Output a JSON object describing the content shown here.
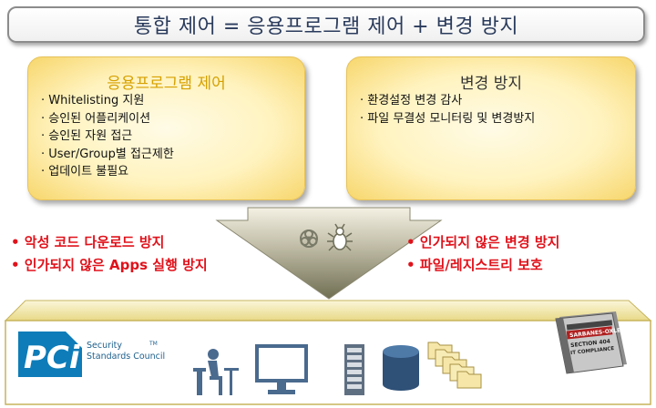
{
  "title": "통합 제어 = 응용프로그램 제어 + 변경 방지",
  "left_card": {
    "title": "응용프로그램 제어",
    "items": [
      "· Whitelisting 지원",
      "· 승인된 어플리케이션",
      "· 승인된 자원 접근",
      "·  User/Group별 접근제한",
      "· 업데이트 불필요"
    ]
  },
  "right_card": {
    "title": "변경 방지",
    "items": [
      "· 환경설정 변경 감사",
      "· 파일 무결성 모니터링 및 변경방지"
    ]
  },
  "left_points": [
    "• 악성 코드 다운로드 방지",
    "• 인가되지 않은 Apps 실행 방지"
  ],
  "right_points": [
    "• 인가되지 않은 변경 방지",
    "• 파일/레지스트리 보호"
  ],
  "pci": {
    "logo_text": "PCi",
    "line1": "Security",
    "line2": "Standards Council",
    "tm": "TM"
  },
  "sox": {
    "top_line": "SARBANES-OXLEY",
    "line2": "SECTION 404",
    "line3": "IT COMPLIANCE"
  },
  "icons": [
    "biohazard-icon",
    "bug-icon",
    "user-at-desk-icon",
    "monitor-icon",
    "server-rack-icon",
    "database-icon",
    "folder-stack-icon"
  ]
}
